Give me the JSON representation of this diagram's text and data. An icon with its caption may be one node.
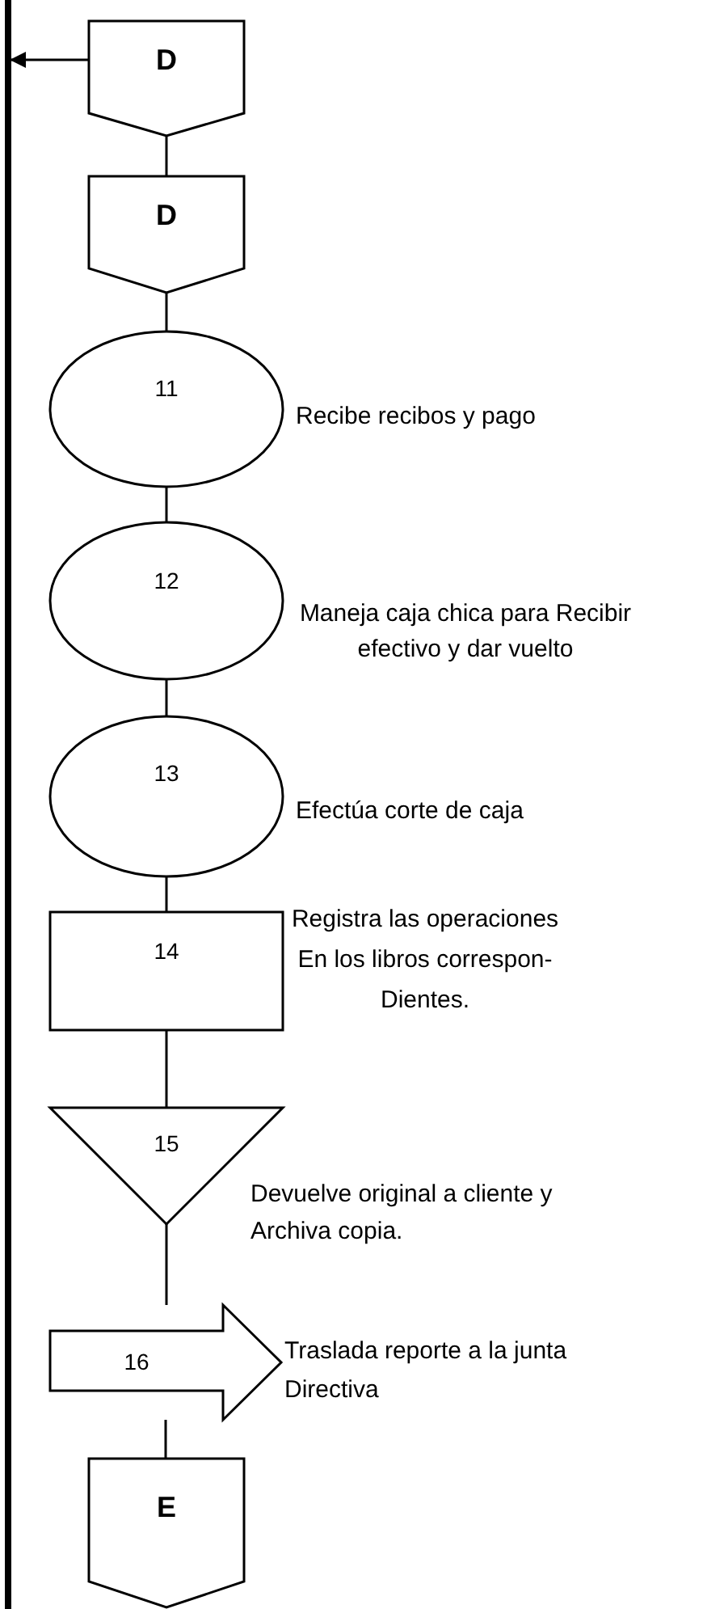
{
  "diagram": {
    "nodes": [
      {
        "text": [
          "D"
        ]
      },
      {
        "text": [
          "D"
        ]
      },
      {
        "text": [
          "11"
        ],
        "beside": [
          "Recibe recibos y pago"
        ]
      },
      {
        "text": [
          "12"
        ],
        "beside": [
          "Maneja caja chica para Recibir efectivo y dar vuelto"
        ]
      },
      {
        "text": [
          "13"
        ],
        "beside": [
          "Efectúa corte de caja"
        ]
      },
      {
        "text": [
          "14"
        ],
        "beside": [
          "Registra las operaciones En los libros correspon- Dientes."
        ]
      },
      {
        "text": [
          "15"
        ],
        "beside": [
          "Devuelve original a cliente y Archiva copia."
        ]
      },
      {
        "text": [
          "16"
        ],
        "beside": [
          "Traslada reporte a la junta Directiva"
        ]
      },
      {
        "text": [
          "E"
        ]
      }
    ],
    "edges": [
      {
        "from": 0,
        "to": null,
        "arrow": "to"
      },
      {
        "from": 0,
        "to": 1,
        "arrow": "none"
      },
      {
        "from": 1,
        "to": 2,
        "arrow": "none"
      },
      {
        "from": 2,
        "to": 3,
        "arrow": "none"
      },
      {
        "from": 3,
        "to": 4,
        "arrow": "none"
      },
      {
        "from": 4,
        "to": 5,
        "arrow": "none"
      },
      {
        "from": 5,
        "to": 6,
        "arrow": "none"
      },
      {
        "from": 6,
        "to": 7,
        "arrow": "none"
      },
      {
        "from": 7,
        "to": 8,
        "arrow": "none"
      }
    ]
  }
}
